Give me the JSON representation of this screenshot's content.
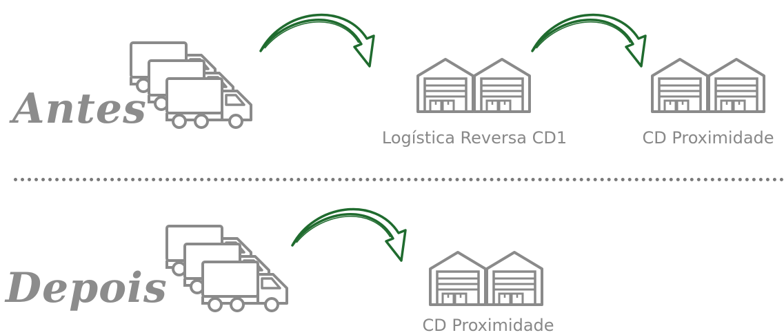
{
  "colors": {
    "icon_gray": "#8a8a8a",
    "caption_gray": "#888888",
    "label_gray": "#8c8c8c",
    "arrow_green": "#1f6b2e",
    "divider": "#7a7a7a"
  },
  "before": {
    "label": "Antes",
    "trucks_icon": "delivery-trucks-icon",
    "warehouses": [
      {
        "caption": "Logística Reversa CD1",
        "icon": "warehouse-icon"
      },
      {
        "caption": "CD Proximidade",
        "icon": "warehouse-icon"
      }
    ]
  },
  "after": {
    "label": "Depois",
    "trucks_icon": "delivery-trucks-icon",
    "warehouses": [
      {
        "caption": "CD Proximidade",
        "icon": "warehouse-icon"
      }
    ]
  }
}
